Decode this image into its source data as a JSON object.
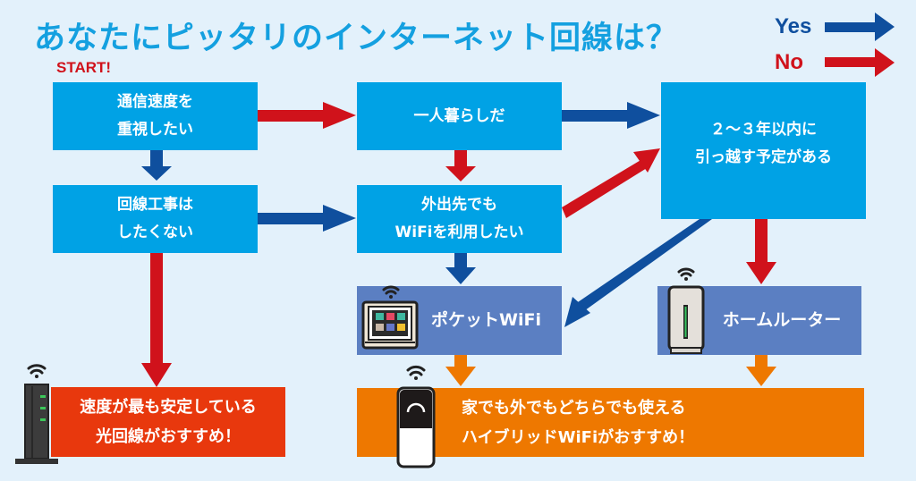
{
  "title": "あなたにピッタリのインターネット回線は？",
  "legend": {
    "yes": {
      "label": "Yes",
      "color": "#0f4f9e"
    },
    "no": {
      "label": "No",
      "color": "#d0121b"
    }
  },
  "start_label": "START!",
  "colors": {
    "question_box": "#00a2e5",
    "device_box": "#5b7fc2",
    "fiber_result": "#e8380d",
    "hybrid_result": "#ee7800",
    "orange_arrow": "#ee7800",
    "background": "#e3f1fb"
  },
  "questions": {
    "speed": {
      "line1": "通信速度を",
      "line2": "重視したい"
    },
    "construction": {
      "line1": "回線工事は",
      "line2": "したくない"
    },
    "alone": {
      "line1": "一人暮らしだ"
    },
    "outside": {
      "line1": "外出先でも",
      "line2": "WiFiを利用したい"
    },
    "moving": {
      "line1": "２～３年以内に",
      "line2": "引っ越す予定がある"
    }
  },
  "devices": {
    "pocket_wifi": {
      "label": "ポケットWiFi",
      "icon": "pocket-wifi-icon"
    },
    "home_router": {
      "label": "ホームルーター",
      "icon": "home-router-icon"
    }
  },
  "results": {
    "fiber": {
      "line1": "速度が最も安定している",
      "line2": "光回線がおすすめ！",
      "icon": "fiber-router-icon"
    },
    "hybrid": {
      "line1": "家でも外でもどちらでも使える",
      "line2": "ハイブリッドWiFiがおすすめ！",
      "icon": "hybrid-wifi-icon"
    }
  },
  "edges": [
    {
      "from": "speed",
      "to": "construction",
      "answer": "Yes"
    },
    {
      "from": "speed",
      "to": "alone",
      "answer": "No"
    },
    {
      "from": "construction",
      "to": "outside",
      "answer": "Yes"
    },
    {
      "from": "construction",
      "to": "fiber",
      "answer": "No"
    },
    {
      "from": "alone",
      "to": "moving",
      "answer": "Yes"
    },
    {
      "from": "alone",
      "to": "outside",
      "answer": "No"
    },
    {
      "from": "outside",
      "to": "pocket_wifi",
      "answer": "Yes"
    },
    {
      "from": "outside",
      "to": "moving",
      "answer": "No"
    },
    {
      "from": "moving",
      "to": "pocket_wifi",
      "answer": "Yes"
    },
    {
      "from": "moving",
      "to": "home_router",
      "answer": "No"
    },
    {
      "from": "pocket_wifi",
      "to": "hybrid",
      "answer": ""
    },
    {
      "from": "home_router",
      "to": "hybrid",
      "answer": ""
    }
  ]
}
